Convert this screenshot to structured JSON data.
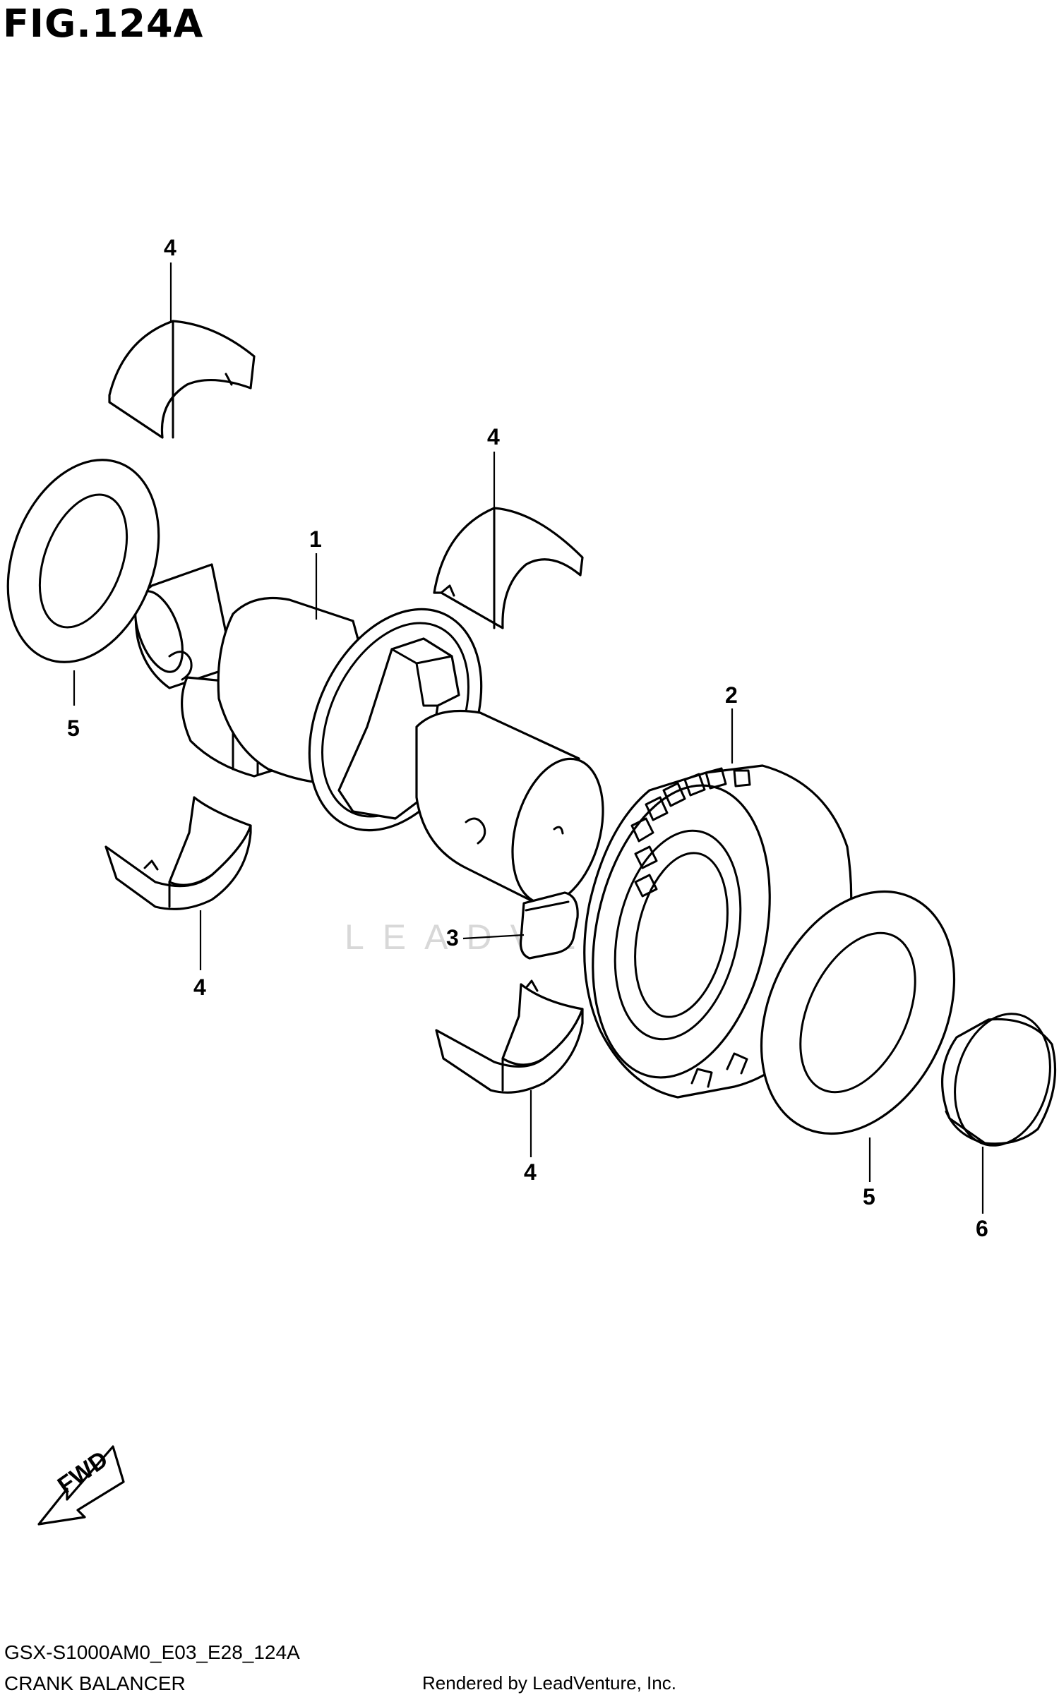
{
  "figure": {
    "title": "FIG.124A",
    "code": "GSX-S1000AM0_E03_E28_124A",
    "name": "CRANK BALANCER",
    "rendered_by": "Rendered by LeadVenture, Inc.",
    "watermark": "LEADVENTURE"
  },
  "callouts": [
    {
      "id": "c1",
      "label": "1"
    },
    {
      "id": "c2",
      "label": "2"
    },
    {
      "id": "c3",
      "label": "3"
    },
    {
      "id": "c4a",
      "label": "4"
    },
    {
      "id": "c4b",
      "label": "4"
    },
    {
      "id": "c4c",
      "label": "4"
    },
    {
      "id": "c4d",
      "label": "4"
    },
    {
      "id": "c5a",
      "label": "5"
    },
    {
      "id": "c5b",
      "label": "5"
    },
    {
      "id": "c6",
      "label": "6"
    }
  ],
  "fwd_arrow": {
    "label": "FWD"
  }
}
